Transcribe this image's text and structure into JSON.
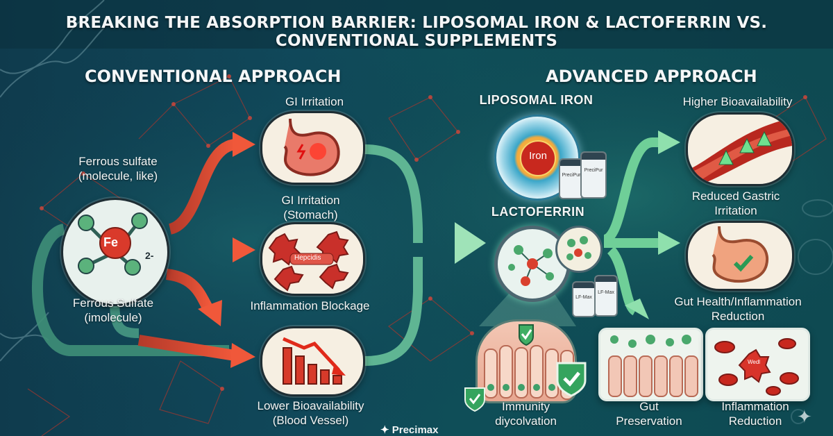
{
  "title": "BREAKING THE ABSORPTION BARRIER: LIPOSOMAL IRON & LACTOFERRIN VS. CONVENTIONAL SUPPLEMENTS",
  "conventional": {
    "heading": "CONVENTIONAL APPROACH",
    "molecule_label_top": "Ferrous sulfate\n(molecule, like)",
    "molecule_label_bottom": "Ferrous Sulfate\n(imolecule)",
    "fe_symbol": "Fe",
    "charge": "2-",
    "gi_label_top": "GI Irritation",
    "gi_label_bottom": "GI Irritation\n(Stomach)",
    "hepcidin_text": "Hepcidis",
    "inflammation_label": "Inflammation Blockage",
    "lower_label": "Lower Bioavailability\n(Blood Vessel)"
  },
  "advanced": {
    "heading": "ADVANCED APPROACH",
    "liposomal_label": "LIPOSOMAL IRON",
    "iron_text": "Iron",
    "bottle_text_1": "PreciPur",
    "bottle_text_2": "PreciPur",
    "lactoferrin_label": "LACTOFERRIN",
    "lf_bottle_1": "LF-Max",
    "lf_bottle_2": "LF-Max",
    "immunity_label": "Immunity\ndiycolvation",
    "higher_label": "Higher Bioavailability",
    "reduced_label": "Reduced Gastric\nIrritation",
    "gut_health_label": "Gut Health/Inflammation\nReduction",
    "gut_pres_label": "Gut\nPreservation",
    "infl_red_label": "Inflammation\nReduction",
    "blood_cell_text": "Wedl"
  },
  "logo": "Precimax",
  "colors": {
    "red_arrow": "#e2452e",
    "green_arrow": "#7fd3a0",
    "accent_red": "#c81e1e"
  }
}
